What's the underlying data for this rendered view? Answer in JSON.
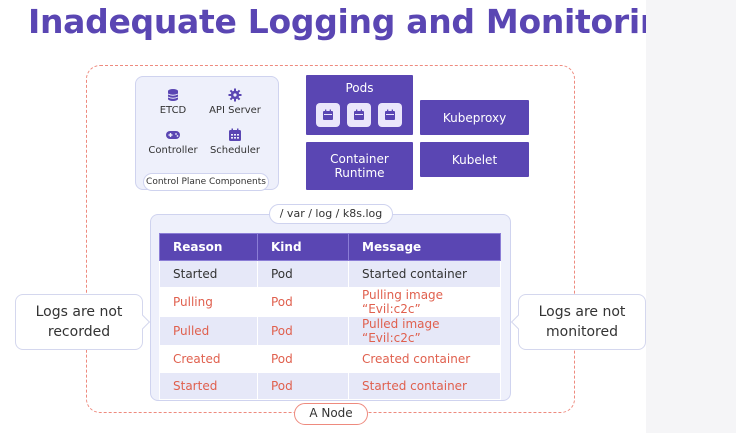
{
  "title": "Inadequate Logging and Monitoring",
  "control_plane": {
    "label": "Control Plane Components",
    "items": [
      {
        "name": "ETCD",
        "icon": "database-icon"
      },
      {
        "name": "API Server",
        "icon": "gear-icon"
      },
      {
        "name": "Controller",
        "icon": "gamepad-icon"
      },
      {
        "name": "Scheduler",
        "icon": "calendar-icon"
      }
    ]
  },
  "pods": {
    "label": "Pods",
    "icon": "calendar-icon"
  },
  "container_runtime": {
    "label_line1": "Container",
    "label_line2": "Runtime"
  },
  "kubeproxy": {
    "label": "Kubeproxy"
  },
  "kubelet": {
    "label": "Kubelet"
  },
  "log_file": {
    "label": "/ var / log / k8s.log"
  },
  "log_table": {
    "headers": [
      "Reason",
      "Kind",
      "Message"
    ],
    "rows": [
      {
        "reason": "Started",
        "kind": "Pod",
        "message": "Started container",
        "highlight": false
      },
      {
        "reason": "Pulling",
        "kind": "Pod",
        "message": "Pulling image “Evil:c2c”",
        "highlight": true
      },
      {
        "reason": "Pulled",
        "kind": "Pod",
        "message": "Pulled image “Evil:c2c”",
        "highlight": true
      },
      {
        "reason": "Created",
        "kind": "Pod",
        "message": "Created container",
        "highlight": true
      },
      {
        "reason": "Started",
        "kind": "Pod",
        "message": "Started container",
        "highlight": true
      }
    ]
  },
  "callouts": {
    "left_line1": "Logs are not",
    "left_line2": "recorded",
    "right_line1": "Logs are not",
    "right_line2": "monitored"
  },
  "node_label": "A Node",
  "colors": {
    "primary": "#5a46b3",
    "alert": "#e0604e",
    "node_border": "#ee8a7e",
    "panel": "#eef0fb"
  }
}
